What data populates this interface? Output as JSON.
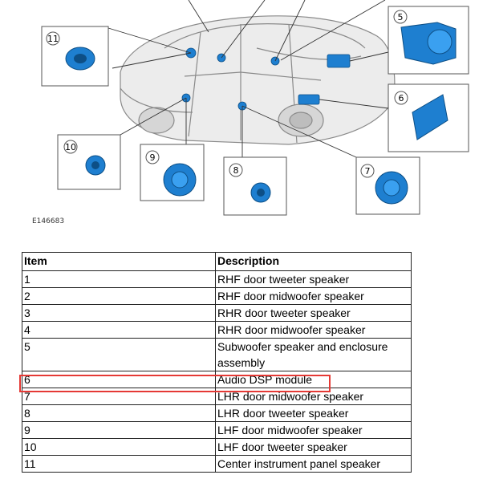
{
  "figure": {
    "reference_code": "E146683",
    "callouts": [
      "5",
      "6",
      "7",
      "8",
      "9",
      "10",
      "11"
    ]
  },
  "table": {
    "headers": [
      "Item",
      "Description"
    ],
    "rows": [
      {
        "item": "1",
        "description": "RHF door tweeter speaker"
      },
      {
        "item": "2",
        "description": "RHF door midwoofer speaker"
      },
      {
        "item": "3",
        "description": "RHR door tweeter speaker"
      },
      {
        "item": "4",
        "description": "RHR door midwoofer speaker"
      },
      {
        "item": "5",
        "description": "Subwoofer speaker and enclosure assembly"
      },
      {
        "item": "6",
        "description": "Audio DSP module"
      },
      {
        "item": "7",
        "description": "LHR door midwoofer speaker"
      },
      {
        "item": "8",
        "description": "LHR door tweeter speaker"
      },
      {
        "item": "9",
        "description": "LHF door midwoofer speaker"
      },
      {
        "item": "10",
        "description": "LHF door tweeter speaker"
      },
      {
        "item": "11",
        "description": "Center instrument panel speaker"
      }
    ],
    "highlighted_item": "6"
  },
  "colors": {
    "component_blue": "#1e7fd0",
    "highlight_red": "#e53935"
  }
}
